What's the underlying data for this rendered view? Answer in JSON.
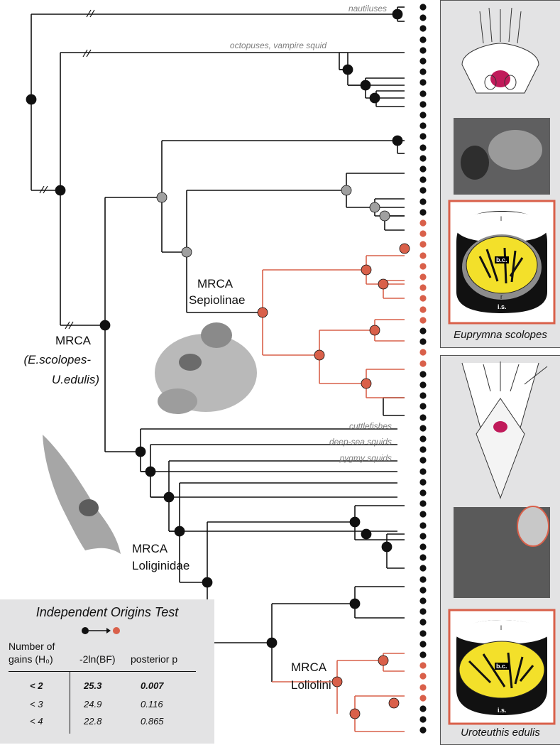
{
  "clade_labels": {
    "nautiluses": "nautiluses",
    "octopuses": "octopuses, vampire squid",
    "cuttlefishes": "cuttlefishes",
    "deep_sea": "deep-sea squids",
    "pygmy": "pygmy squids"
  },
  "mrca_labels": {
    "root_line1": "MRCA",
    "root_line2": "(E.scolopes-",
    "root_line3": "U.edulis)",
    "sepiolinae_line1": "MRCA",
    "sepiolinae_line2": "Sepiolinae",
    "loliginidae_line1": "MRCA",
    "loliginidae_line2": "Loliginidae",
    "loliolini_line1": "MRCA",
    "loliolini_line2": "Loliolini"
  },
  "panels": {
    "top_species": "Euprymna scolopes",
    "bottom_species": "Uroteuthis edulis",
    "organ_labels": {
      "lens": "l",
      "bc": "b.c.",
      "r": "r",
      "is": "i.s."
    }
  },
  "test": {
    "title": "Independent Origins Test",
    "col1": [
      "Number of",
      "gains (H₀)"
    ],
    "col2": "-2ln(BF)",
    "col3": "posterior p",
    "rows": [
      {
        "gains": "< 2",
        "bf": "25.3",
        "p": "0.007"
      },
      {
        "gains": "< 3",
        "bf": "24.9",
        "p": "0.116"
      },
      {
        "gains": "< 4",
        "bf": "22.8",
        "p": "0.865"
      }
    ]
  },
  "colors": {
    "gain": "#d9604a",
    "absent": "#111111",
    "uncertain": "#a0a0a0",
    "branch_gain": "#d9604a"
  }
}
